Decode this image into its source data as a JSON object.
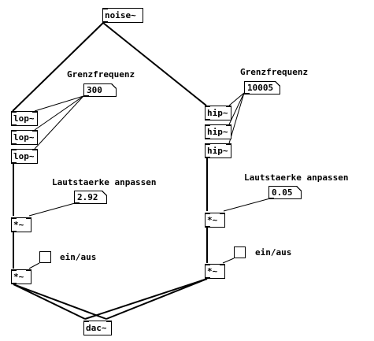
{
  "objects": {
    "noise": "noise~",
    "lop1": "lop~",
    "lop2": "lop~",
    "lop3": "lop~",
    "hip1": "hip~",
    "hip2": "hip~",
    "hip3": "hip~",
    "mul_left_1": "*~",
    "mul_left_2": "*~",
    "mul_right_1": "*~",
    "mul_right_2": "*~",
    "dac": "dac~"
  },
  "numbers": {
    "cutoff_left": "300",
    "cutoff_right": "10005",
    "gain_left": "2.92",
    "gain_right": "0.05"
  },
  "comments": {
    "cutoff_left": "Grenzfrequenz",
    "cutoff_right": "Grenzfrequenz",
    "gain_left": "Lautstaerke anpassen",
    "gain_right": "Lautstaerke anpassen",
    "toggle_left": "ein/aus",
    "toggle_right": "ein/aus"
  },
  "toggles": {
    "left_on": false,
    "right_on": false
  },
  "colors": {
    "background": "#ffffff",
    "ink": "#000000"
  }
}
